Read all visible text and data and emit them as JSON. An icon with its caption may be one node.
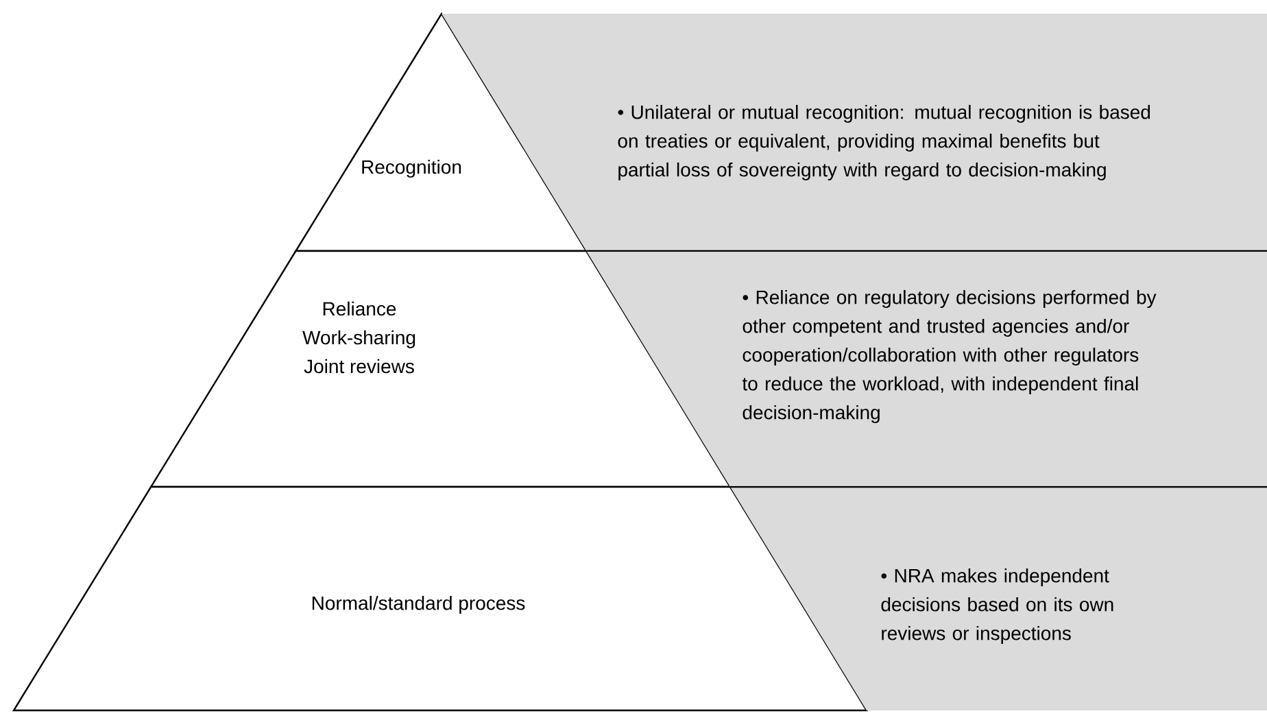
{
  "diagram": {
    "nodes": [
      {
        "text": [
          "Recognition"
        ]
      },
      {
        "text": [
          "Reliance",
          "Work-sharing",
          "Joint reviews"
        ]
      },
      {
        "text": [
          "Normal/standard process"
        ]
      },
      {
        "text": [
          "• Unilateral or mutual recognition: mutual recognition is based on treaties or equivalent, providing maximal benefits but partial loss of sovereignty with regard to decision-making"
        ]
      },
      {
        "text": [
          "• Reliance on regulatory decisions performed by other competent and trusted agencies and/or cooperation/collaboration with other regulators to reduce the workload, with independent final decision-making"
        ]
      },
      {
        "text": [
          "• NRA makes independent decisions based on its own reviews or inspections"
        ]
      }
    ]
  }
}
